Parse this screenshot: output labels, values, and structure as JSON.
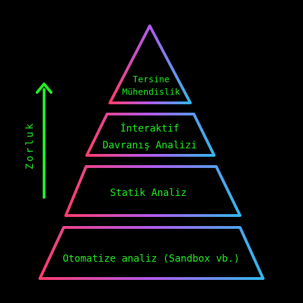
{
  "diagram": {
    "axis": {
      "label": "Zorluk",
      "color": "#22ee22"
    },
    "tiers": [
      {
        "lines": [
          "Tersine",
          "Mühendislik"
        ]
      },
      {
        "lines": [
          "İnteraktif",
          "Davranış Analizi"
        ]
      },
      {
        "lines": [
          "Statik Analiz"
        ]
      },
      {
        "lines": [
          "Otomatize analiz (Sandbox vb.)"
        ]
      }
    ],
    "gradient": {
      "start": "#ff3d6e",
      "middle": "#b25cf0",
      "end": "#33b9ee"
    },
    "text_color": "#22ee22",
    "background": "#000000"
  }
}
